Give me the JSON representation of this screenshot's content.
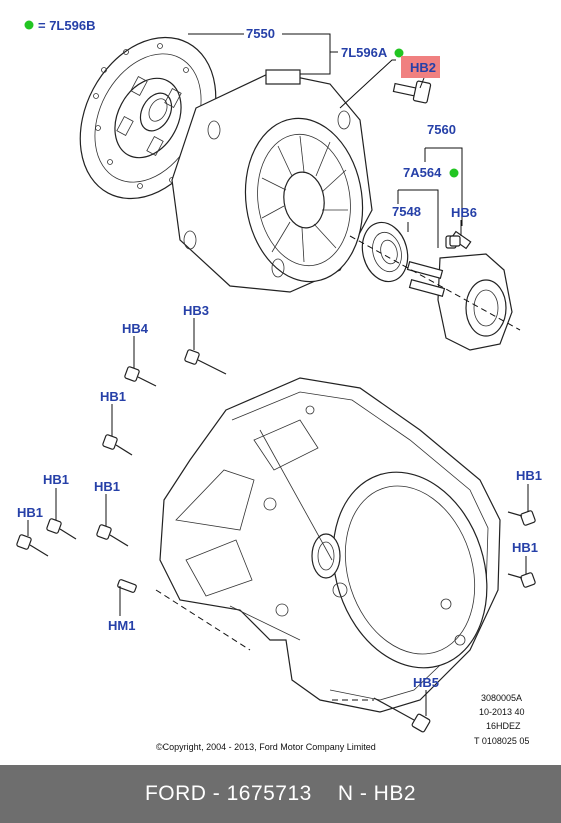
{
  "legend": {
    "marker_color": "#22c522",
    "text": "= 7L596B"
  },
  "labels": {
    "l7550": "7550",
    "l7L596A": "7L596A",
    "lHB2": "HB2",
    "l7560": "7560",
    "l7A564": "7A564",
    "l7548": "7548",
    "lHB6": "HB6",
    "lHB3": "HB3",
    "lHB4": "HB4",
    "lHB1a": "HB1",
    "lHB1b": "HB1",
    "lHB1c": "HB1",
    "lHB1d": "HB1",
    "lHB1e": "HB1",
    "lHB1f": "HB1",
    "lHM1": "HM1",
    "lHB5": "HB5"
  },
  "colors": {
    "label": "#2640a8",
    "highlight": "#f08080",
    "marker": "#22c522",
    "bar": "#6e6e6e"
  },
  "copyright": "©Copyright, 2004 - 2013, Ford Motor Company Limited",
  "ref_block": [
    "3080005A",
    "10-2013 40",
    "16HDEZ",
    "T 0108025 05"
  ],
  "footer": {
    "part": "FORD - 1675713",
    "code": "N - HB2"
  }
}
